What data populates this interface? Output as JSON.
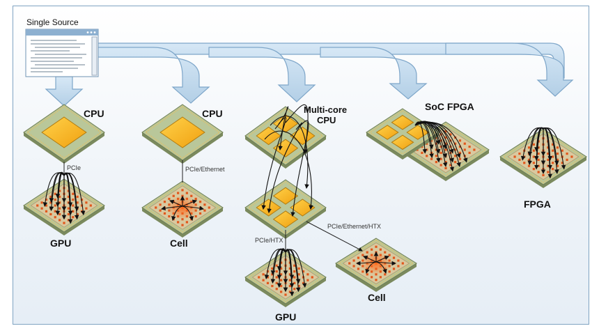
{
  "source": {
    "label": "Single Source"
  },
  "nodes": {
    "cpu1": "CPU",
    "gpu1": "GPU",
    "cpu2": "CPU",
    "cell1": "Cell",
    "mcpu_line1": "Multi-core",
    "mcpu_line2": "CPU",
    "gpu2": "GPU",
    "cell2": "Cell",
    "socfpga": "SoC FPGA",
    "fpga": "FPGA"
  },
  "links": {
    "pcie": "PCIe",
    "pcie_eth": "PCIe/Ethernet",
    "pcie_htx": "PCIe/HTX",
    "pcie_eth_htx": "PCIe/Ethernet/HTX"
  },
  "colors": {
    "arrow_fill": "#c4dbee",
    "arrow_stroke": "#7ea6c9",
    "chip_green": "#b9c79a",
    "chip_core": "#f3b418",
    "grid_orange": "#e2571c"
  }
}
